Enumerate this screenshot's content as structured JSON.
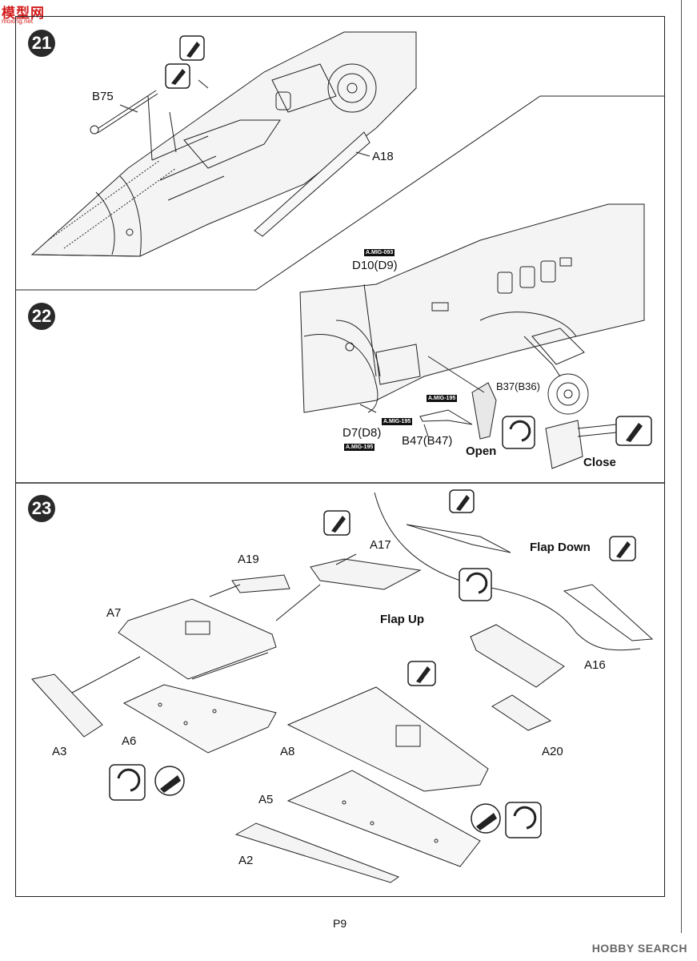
{
  "header": {
    "site_logo": "模型网",
    "site_url": "moxing.net"
  },
  "steps": [
    {
      "number": "21",
      "parts": [
        "B75",
        "A18"
      ]
    },
    {
      "number": "22",
      "parts": [
        "D10(D9)",
        "B37(B36)",
        "D7(D8)",
        "B47(B47)"
      ],
      "paint_codes": [
        "A.MIG-093",
        "A.MIG-195",
        "A.MIG-195",
        "A.MIG-195"
      ],
      "states": [
        "Open",
        "Close"
      ]
    },
    {
      "number": "23",
      "parts": [
        "A19",
        "A17",
        "A7",
        "A16",
        "A3",
        "A6",
        "A8",
        "A20",
        "A5",
        "A2"
      ],
      "states": [
        "Flap Down",
        "Flap Up"
      ]
    }
  ],
  "footer": {
    "page": "P9",
    "watermark": "HOBBY SEARCH"
  }
}
